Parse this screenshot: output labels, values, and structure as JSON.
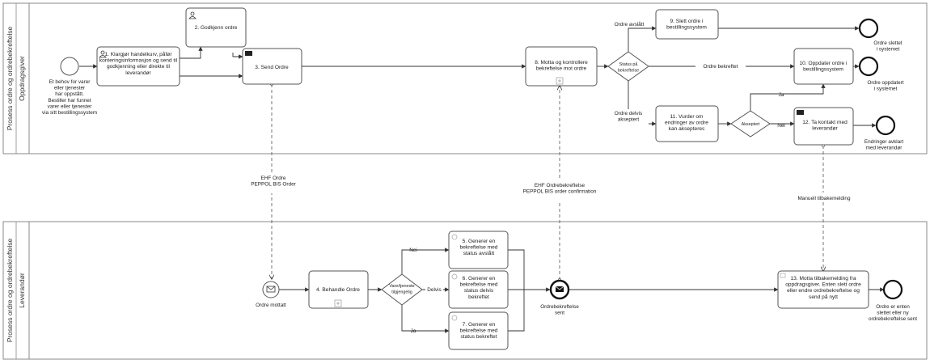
{
  "pools": {
    "top": {
      "title": "Prosess ordre og ordrebekreftelse",
      "lane": "Oppdragsgiver"
    },
    "bottom": {
      "title": "Prosess ordre og ordrebekreftelse",
      "lane": "Leverandør"
    }
  },
  "tasks": {
    "t1": "1. Klargjør handelkurv, påfør|konteringsinformasjon og send til|godkjenning eller direkte til|leverandør",
    "t2": "2. Godkjenn ordre",
    "t3": "3. Send Ordre",
    "t8": "8. Motta og kontrollere|bekreftelse mot ordre",
    "t9": "9. Slett ordre i|bestillingssystem",
    "t10": "10. Oppdater ordre i|bestillingssystem",
    "t11": "11. Vurder om|endringer av ordre|kan aksepteres",
    "t12": "12. Ta kontakt med|leverandør",
    "t4": "4. Behandle Ordre",
    "t5": "5. Generer en|bekreftelse med|status avslått",
    "t6": "6. Generer en|bekreftelse med|status delvis|bekreftet",
    "t7": "7. Generer en|bekreftelse med|status bekreftet",
    "t13": "13. Motta tilbakemelding fra|oppdragsgiver. Enten slett ordre|eller endre ordrebekreftelse og|send på nytt"
  },
  "gateways": {
    "g_status": "Status på|bekreftelse",
    "g_aksept": "Akseptert",
    "g_vare": "Vare/tjeneste|tilgjengelig"
  },
  "events": {
    "start_top": "Et behov for varer|eller tjenester|har oppstått.|Bestiller har funnet|varer eller tjenester|via sitt bestillingssystem",
    "end_slettet": "Ordre slettet|i systemet",
    "end_oppdatert": "Ordre oppdatert|i systemet",
    "end_avklart": "Endringer avklart|med leverandør",
    "start_mottatt": "Ordre mottatt",
    "msg_sent": "Ordrebekreftelse|sent",
    "end_bottom": "Ordre er enten|slettet eller ny|ordrebekreftelse sent"
  },
  "flow_labels": {
    "avslatt": "Ordre avslått",
    "bekreftet": "Ordre bekreftet",
    "delvis": "Ordre delvis|akseptert",
    "ja_top": "Ja",
    "nei_top": "Nei",
    "nei_bottom": "Nei",
    "delvis_bottom": "Delvis",
    "ja_bottom": "Ja"
  },
  "messages": {
    "ehf_ordre": "EHF Ordre|PEPPOL BIS Order",
    "ehf_bekreftelse": "EHF Ordrebekreftelse|PEPPOL BIS order confirmation",
    "manuell": "Manuell tilbakemelding"
  }
}
